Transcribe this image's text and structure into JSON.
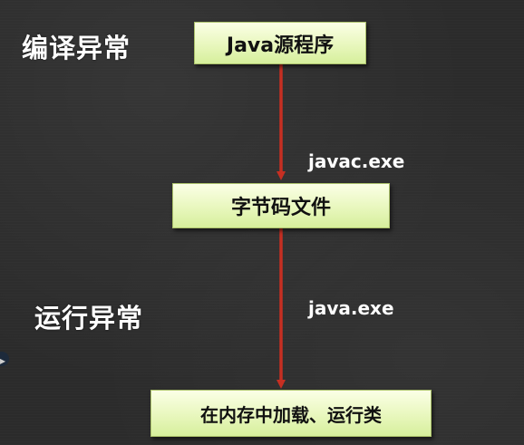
{
  "phases": {
    "compile": "编译异常",
    "runtime": "运行异常"
  },
  "nodes": {
    "source": "Java源程序",
    "bytecode": "字节码文件",
    "load_run": "在内存中加载、运行类"
  },
  "tools": {
    "compiler": "javac.exe",
    "runner": "java.exe"
  },
  "colors": {
    "background": "#2b2b2b",
    "node_fill": "#e8f7bd",
    "arrow": "#c0392b",
    "text_light": "#ffffff"
  }
}
